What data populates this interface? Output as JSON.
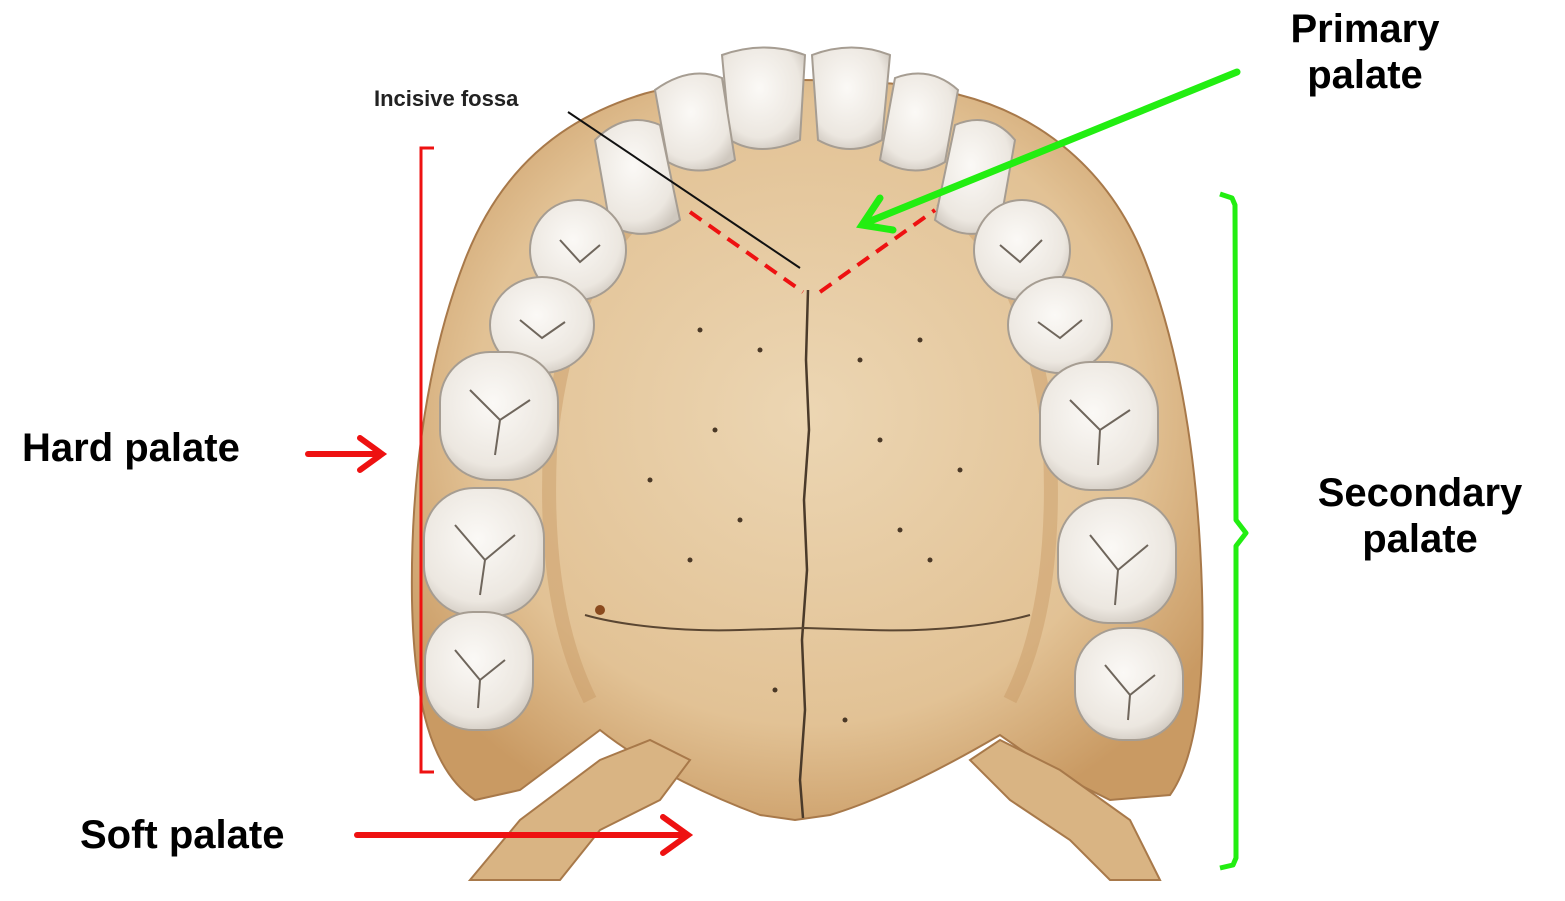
{
  "labels": {
    "incisive_fossa": "Incisive fossa",
    "primary_palate_line1": "Primary",
    "primary_palate_line2": "palate",
    "hard_palate": "Hard palate",
    "secondary_palate_line1": "Secondary",
    "secondary_palate_line2": "palate",
    "soft_palate": "Soft palate"
  },
  "colors": {
    "red": "#ee1111",
    "green": "#22ee11",
    "bone": "#e6caa0",
    "bone_dark": "#c79a64",
    "tooth": "#f3eee8",
    "tooth_shadow": "#b9b2a8"
  }
}
